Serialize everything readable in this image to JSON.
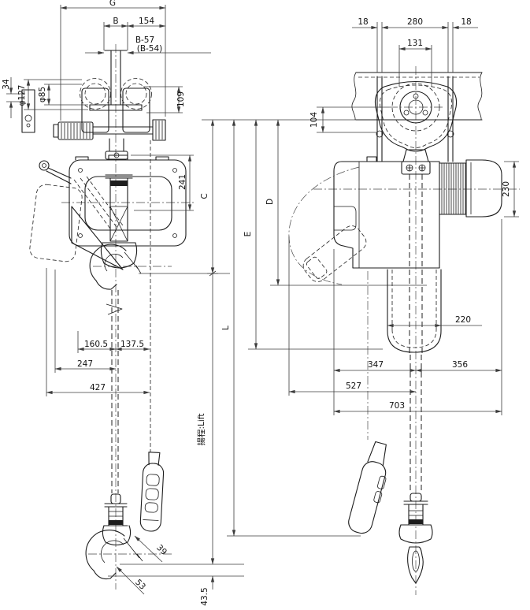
{
  "drawing": {
    "background": "#ffffff",
    "line_color": "#1d1d1d",
    "dim_color": "#3c3c3c",
    "units": "mm"
  },
  "labels": {
    "g": "G",
    "b": "B",
    "w154": "154",
    "b57": "B-57",
    "b54": "(B-54)",
    "t34": "34",
    "dia127": "φ127",
    "dia85": "φ85",
    "h109": "109",
    "f18l": "18",
    "w280": "280",
    "f18r": "18",
    "w131": "131",
    "h104": "104",
    "h241": "241",
    "c": "C",
    "d": "D",
    "e": "E",
    "l": "L",
    "h230": "230",
    "w220": "220",
    "w160_5": "160.5",
    "w137_5": "137.5",
    "w247": "247",
    "w427": "427",
    "w347": "347",
    "w356": "356",
    "w527": "527",
    "w703": "703",
    "lift": "揚程:Lift",
    "h43_5": "43.5",
    "hook39": "39",
    "hook53": "53"
  }
}
